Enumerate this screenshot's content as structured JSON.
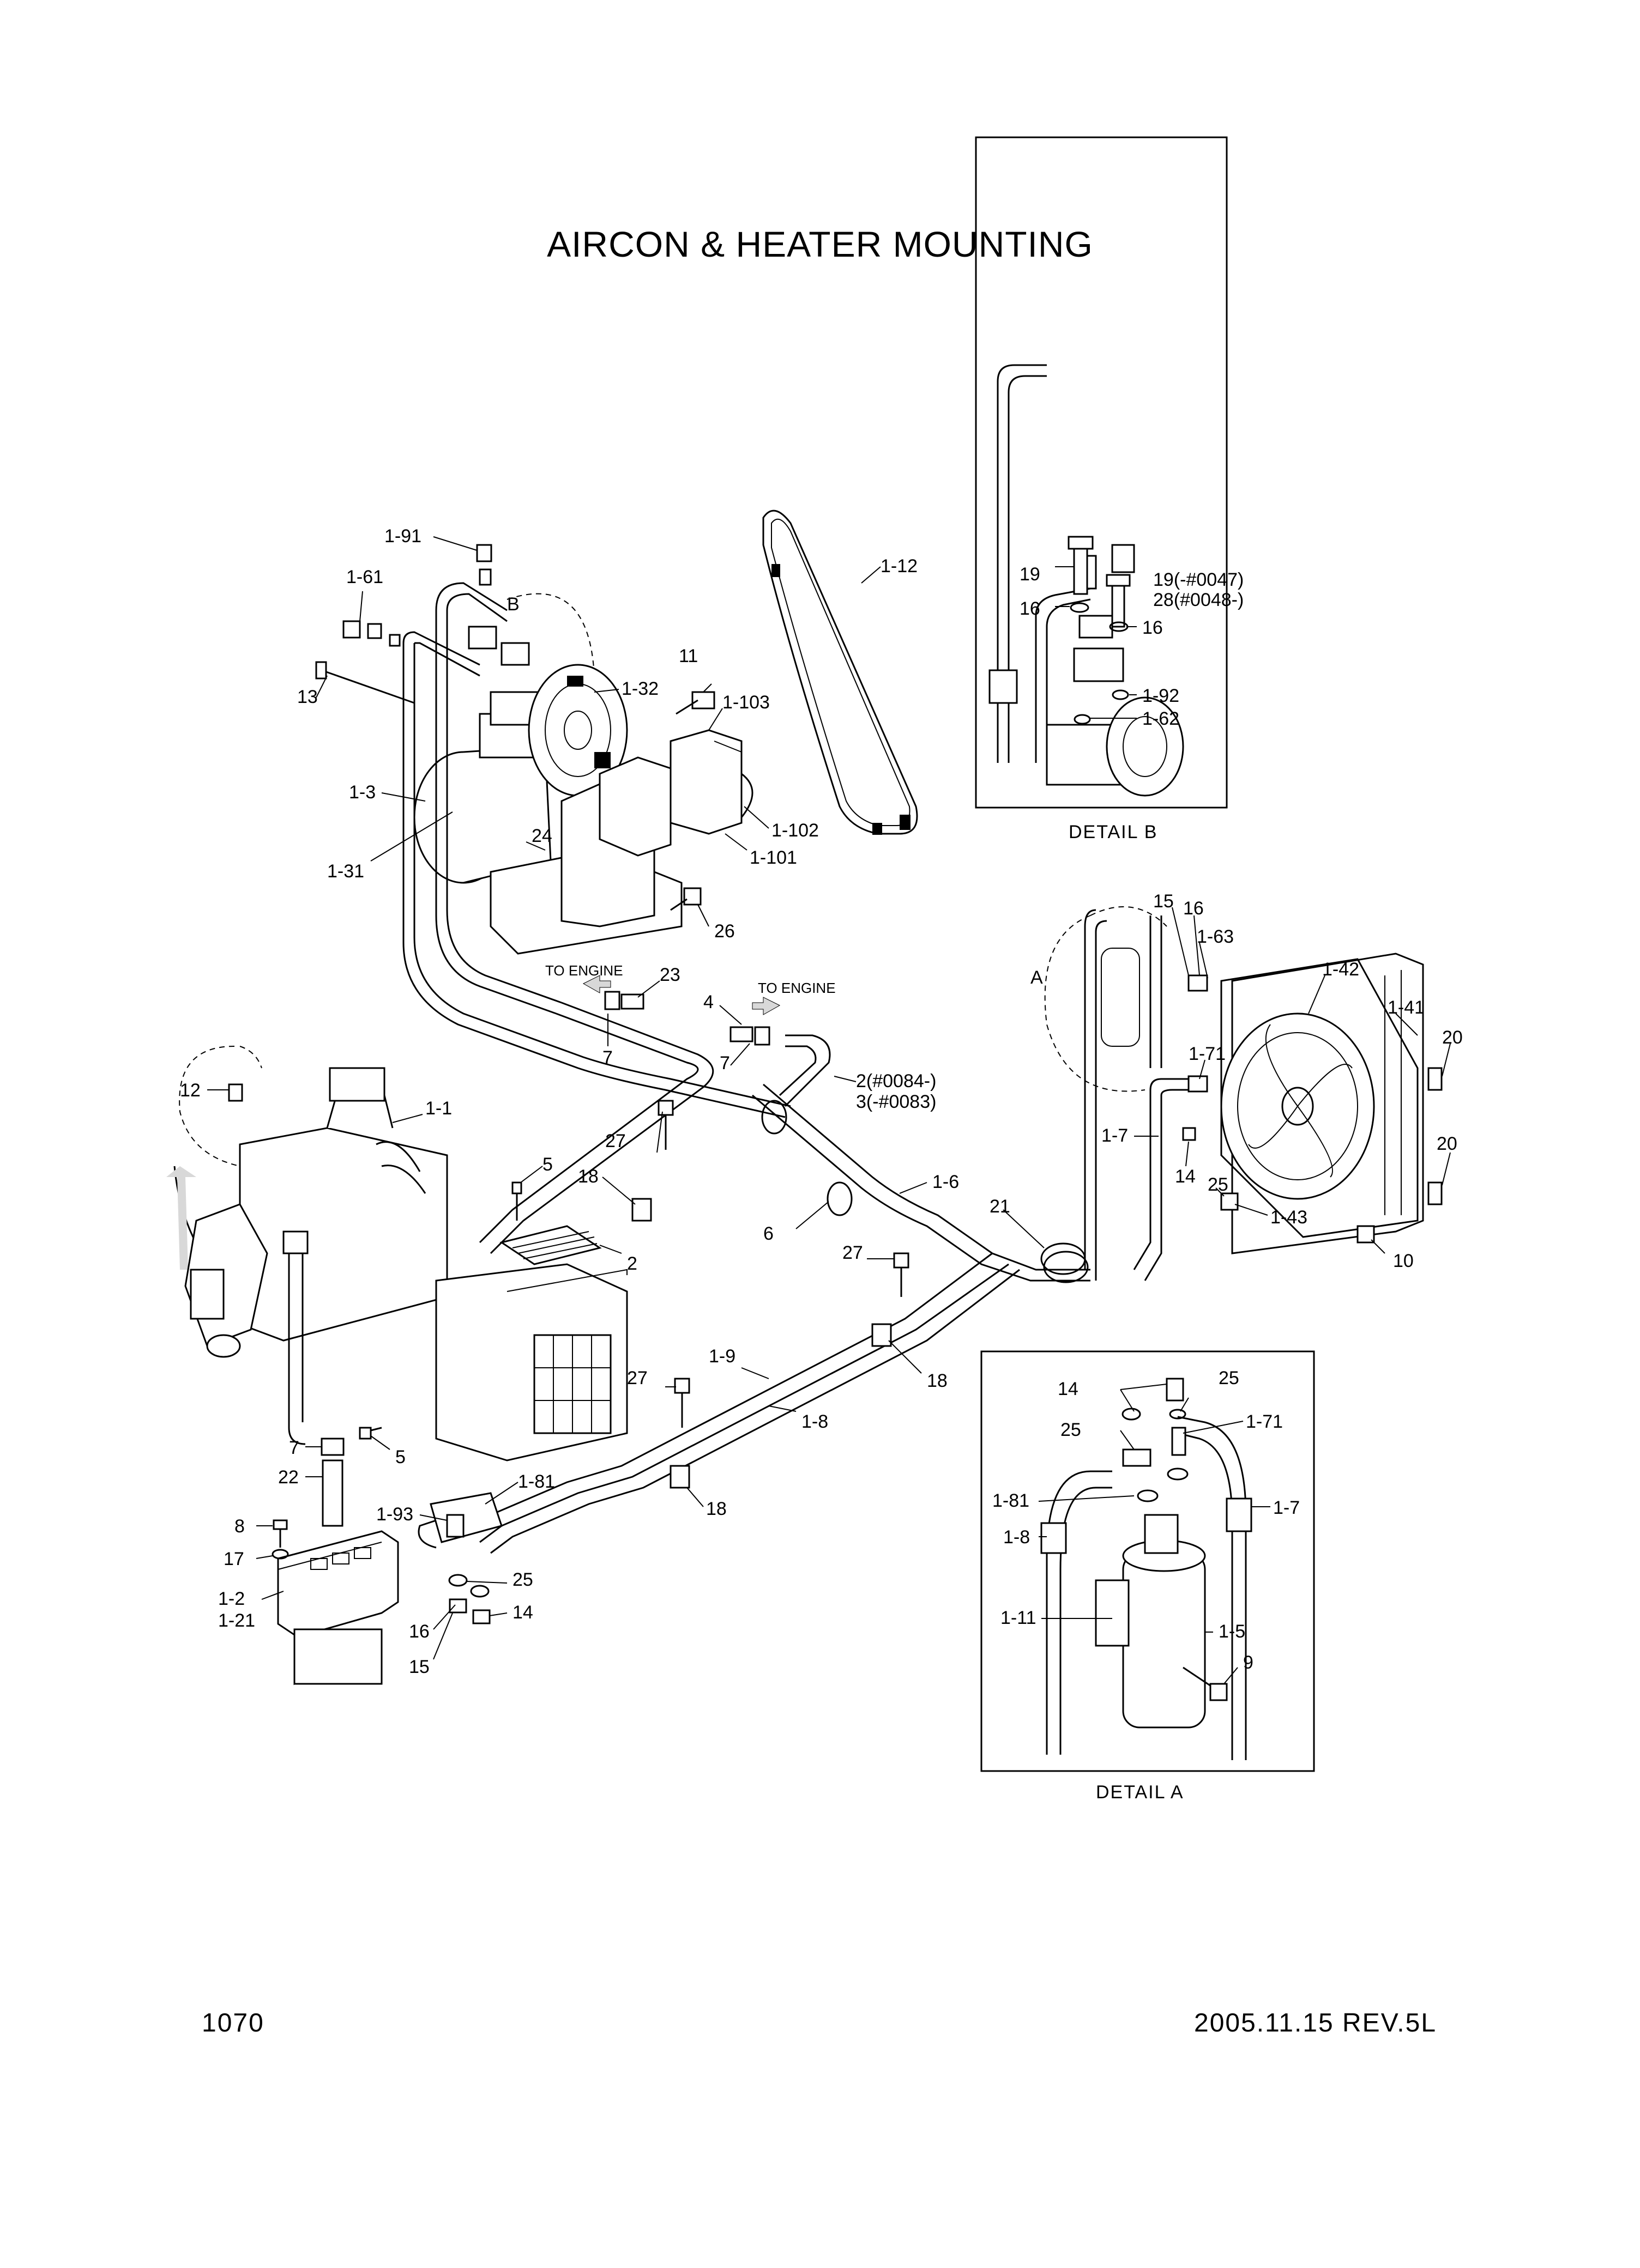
{
  "title": "AIRCON & HEATER MOUNTING",
  "page_number": "1070",
  "revision": "2005.11.15  REV.5L",
  "details": {
    "b": {
      "marker": "B",
      "caption": "DETAIL B"
    },
    "a": {
      "marker": "A",
      "caption": "DETAIL A"
    }
  },
  "notes": {
    "to_engine": "TO ENGINE"
  },
  "callouts": {
    "c1_91": "1-91",
    "c1_61": "1-61",
    "c13": "13",
    "c1_3": "1-3",
    "c1_31": "1-31",
    "c1_32": "1-32",
    "c24": "24",
    "c11": "11",
    "c1_103": "1-103",
    "c1_102": "1-102",
    "c1_101": "1-101",
    "c26": "26",
    "c1_12": "1-12",
    "c23": "23",
    "c7a": "7",
    "c4": "4",
    "c7b": "7",
    "c2_3a": "2(#0084-)",
    "c2_3b": "3(-#0083)",
    "c12": "12",
    "c1_1": "1-1",
    "c5a": "5",
    "c27a": "27",
    "c18a": "18",
    "c2": "2",
    "c6": "6",
    "c1_6": "1-6",
    "c21": "21",
    "c27b": "27",
    "c18b": "18",
    "c1_9": "1-9",
    "c1_8": "1-8",
    "c27c": "27",
    "c18c": "18",
    "c7c": "7",
    "c22": "22",
    "c5b": "5",
    "c1_81": "1-81",
    "c1_93": "1-93",
    "c8": "8",
    "c17": "17",
    "c1_2": "1-2",
    "c1_21": "1-21",
    "c25a": "25",
    "c14a": "14",
    "c16a": "16",
    "c15a": "15",
    "c15b": "15",
    "c16b": "16",
    "c1_63": "1-63",
    "c1_42": "1-42",
    "c1_41": "1-41",
    "c20a": "20",
    "c20b": "20",
    "c1_71a": "1-71",
    "c1_7a": "1-7",
    "c14b": "14",
    "c25b": "25",
    "c1_43": "1-43",
    "c10": "10",
    "db_19": "19",
    "db_19b": "19(-#0047)",
    "db_28": "28(#0048-)",
    "db_16a": "16",
    "db_16b": "16",
    "db_1_92": "1-92",
    "db_1_62": "1-62",
    "da_14": "14",
    "da_25a": "25",
    "da_25b": "25",
    "da_1_71": "1-71",
    "da_1_81": "1-81",
    "da_1_7": "1-7",
    "da_1_8": "1-8",
    "da_1_11": "1-11",
    "da_1_5": "1-5",
    "da_9": "9"
  }
}
